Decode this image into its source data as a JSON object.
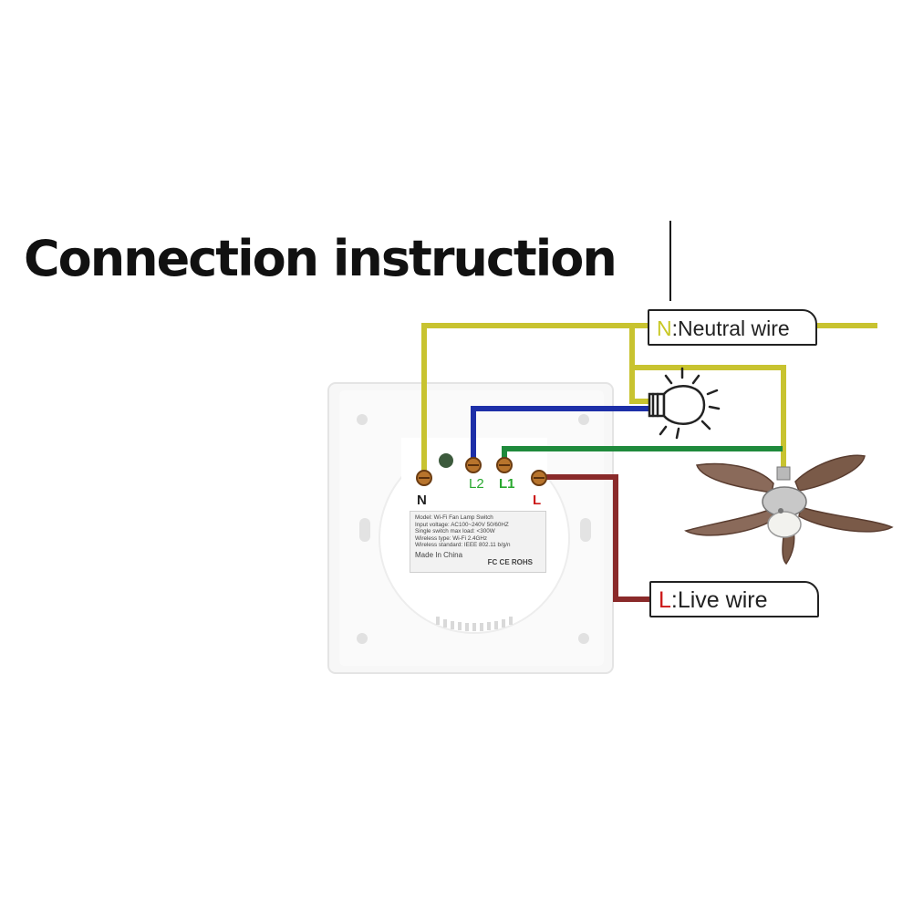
{
  "title": "Connection instruction",
  "neutral_tag": {
    "code": "N",
    "text": ":Neutral wire"
  },
  "live_tag": {
    "code": "L",
    "text": ":Live wire"
  },
  "terminals": {
    "n": "N",
    "l2": "L2",
    "l1": "L1",
    "l": "L"
  },
  "switch_label": {
    "lines": [
      "Model:  Wi-Fi Fan Lamp Switch",
      "Input voltage:  AC100~240V  50/60HZ",
      "Single switch max load:  <300W",
      "Wireless type:  Wi-Fi 2.4GHz",
      "Wireless standard:  IEEE 802.11 b/g/n"
    ],
    "made": "Made In China",
    "certs": "FC CE ROHS"
  },
  "colors": {
    "neutral_wire": "#c8c330",
    "lamp_wire": "#1d2fa8",
    "fan_wire": "#1f8a3c",
    "live_wire": "#8a2a2a",
    "neutral_code": "#c9c824",
    "live_code": "#cc1818",
    "terminal_green": "#29a82f"
  },
  "icons": [
    "light-bulb-icon",
    "ceiling-fan-icon"
  ]
}
